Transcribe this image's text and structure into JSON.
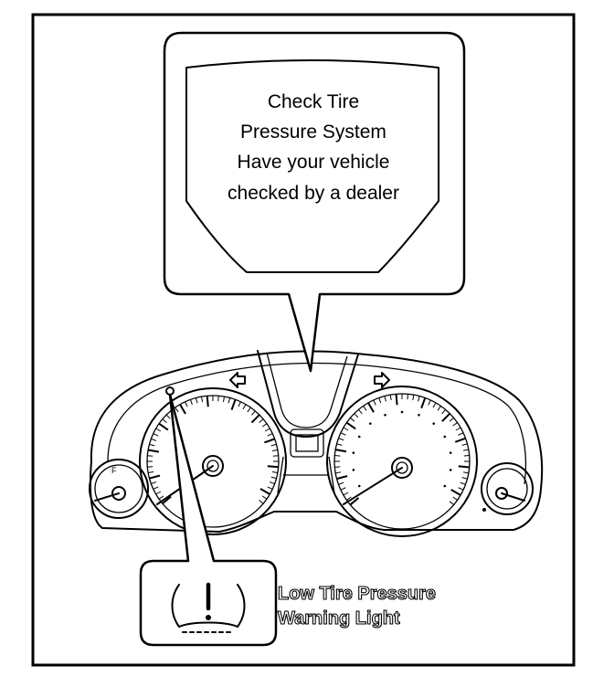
{
  "message": {
    "lines": [
      "Check Tire",
      "Pressure System",
      "Have your vehicle",
      "checked by a dealer"
    ]
  },
  "warning_label": {
    "lines": [
      "Low Tire Pressure",
      "Warning Light"
    ]
  },
  "icons": {
    "tpms": "tire-pressure-warning-icon",
    "left_turn": "left-turn-arrow-icon",
    "right_turn": "right-turn-arrow-icon"
  },
  "colors": {
    "line": "#000000",
    "background": "#ffffff"
  }
}
